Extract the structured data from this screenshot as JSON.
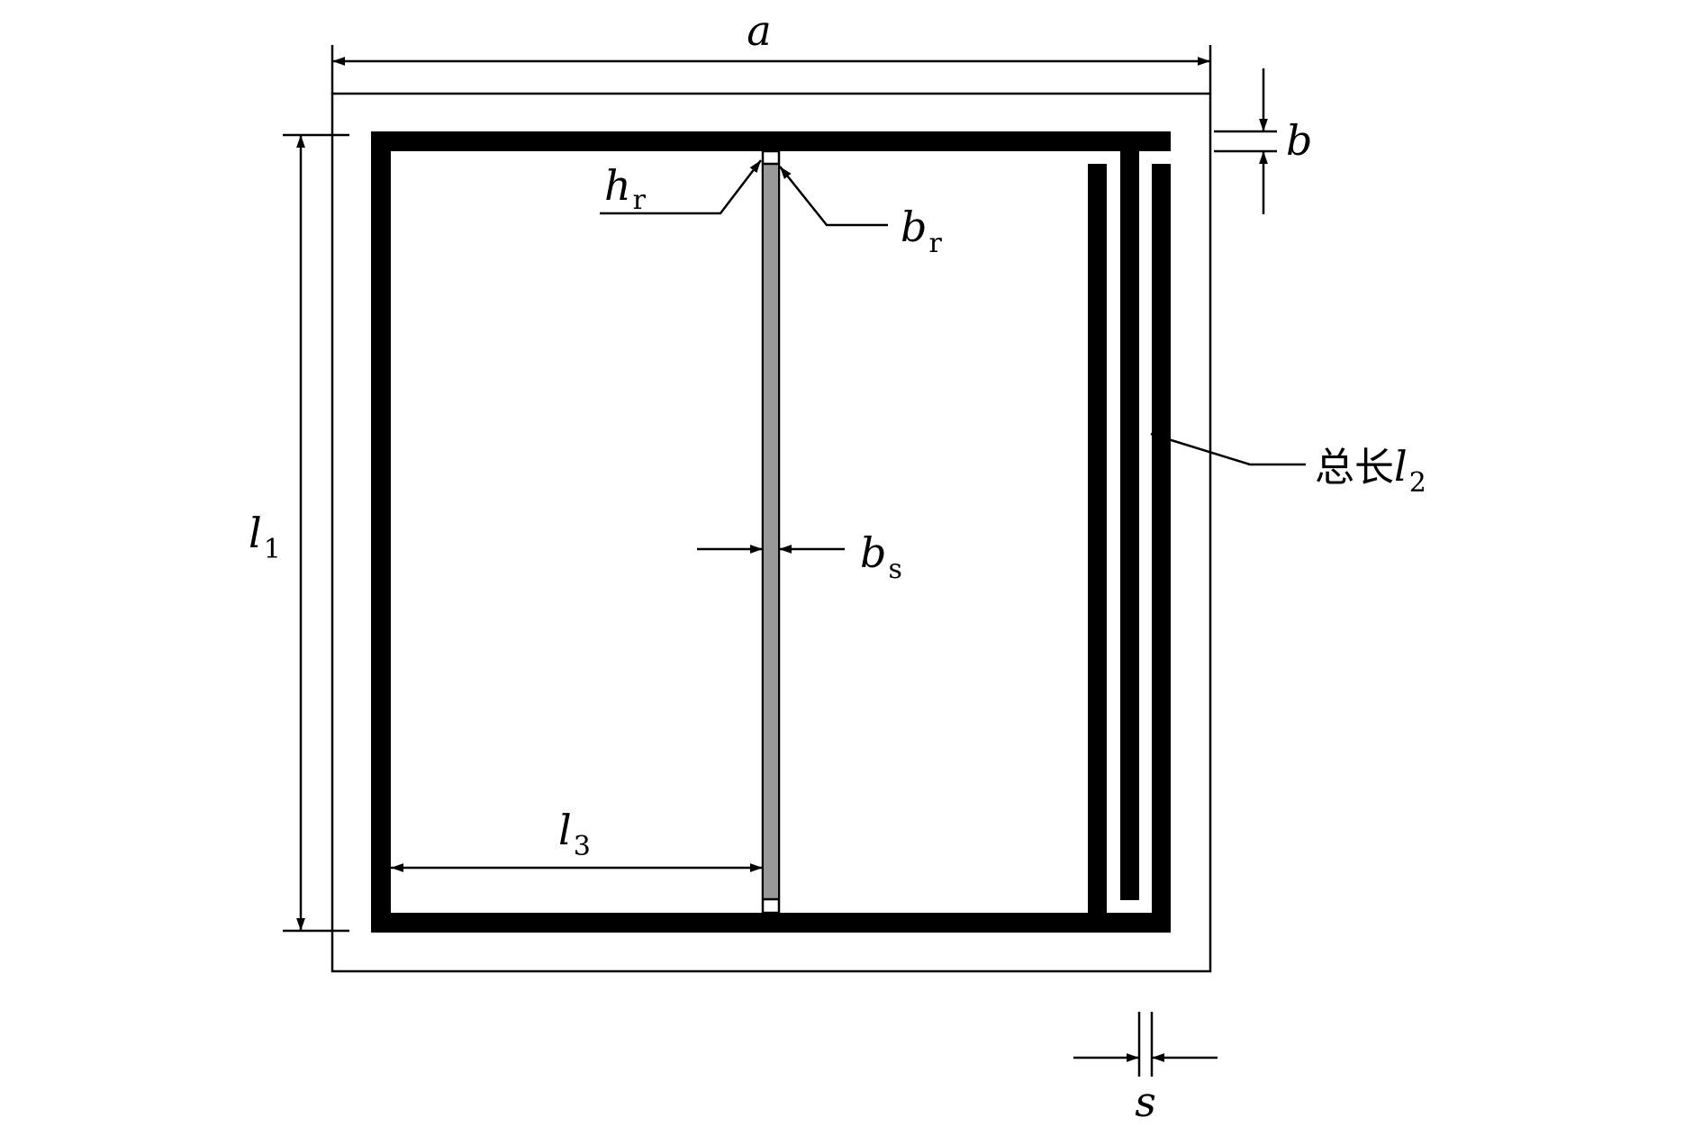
{
  "diagram": {
    "colors": {
      "line": "#000000",
      "strip_fill": "#999999",
      "background": "#ffffff"
    },
    "labels": {
      "a": {
        "main": "a",
        "sub": ""
      },
      "b": {
        "main": "b",
        "sub": ""
      },
      "l1": {
        "main": "l",
        "sub": "1"
      },
      "l3": {
        "main": "l",
        "sub": "3"
      },
      "hr": {
        "main": "h",
        "sub": "r"
      },
      "br": {
        "main": "b",
        "sub": "r"
      },
      "bs": {
        "main": "b",
        "sub": "s"
      },
      "s": {
        "main": "s",
        "sub": ""
      },
      "l2": {
        "prefix": "总长",
        "main": "l",
        "sub": "2"
      }
    }
  }
}
